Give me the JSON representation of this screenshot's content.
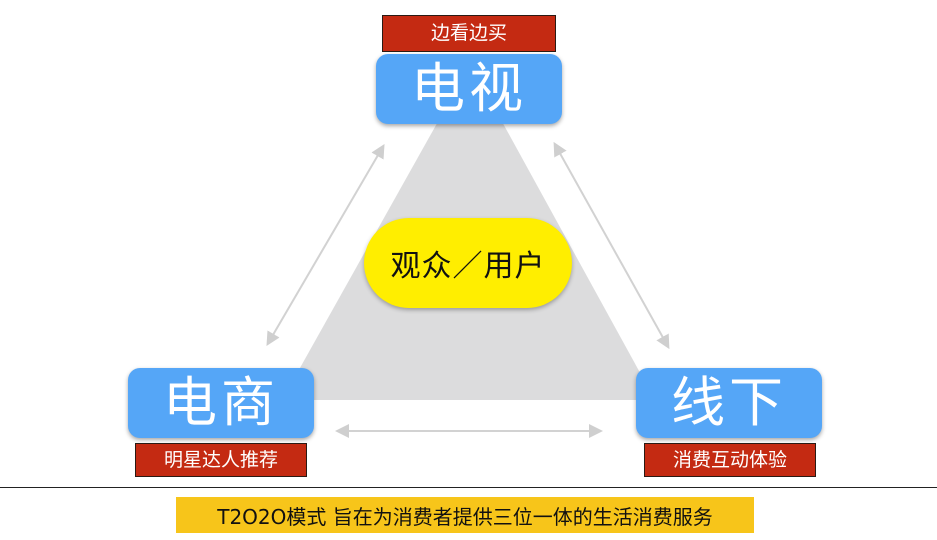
{
  "nodes": {
    "tv": {
      "label": "电视",
      "tag": "边看边买"
    },
    "ecommerce": {
      "label": "电商",
      "tag": "明星达人推荐"
    },
    "offline": {
      "label": "线下",
      "tag": "消费互动体验"
    }
  },
  "center": {
    "label": "观众／用户"
  },
  "footer": {
    "text": "T2O2O模式 旨在为消费者提供三位一体的生活消费服务"
  },
  "colors": {
    "node": "#55a6f7",
    "tag": "#c42a12",
    "center": "#ffee00",
    "footer": "#f7c51a",
    "triangle": "#dcdcdc",
    "arrow": "#d0d0d0"
  }
}
